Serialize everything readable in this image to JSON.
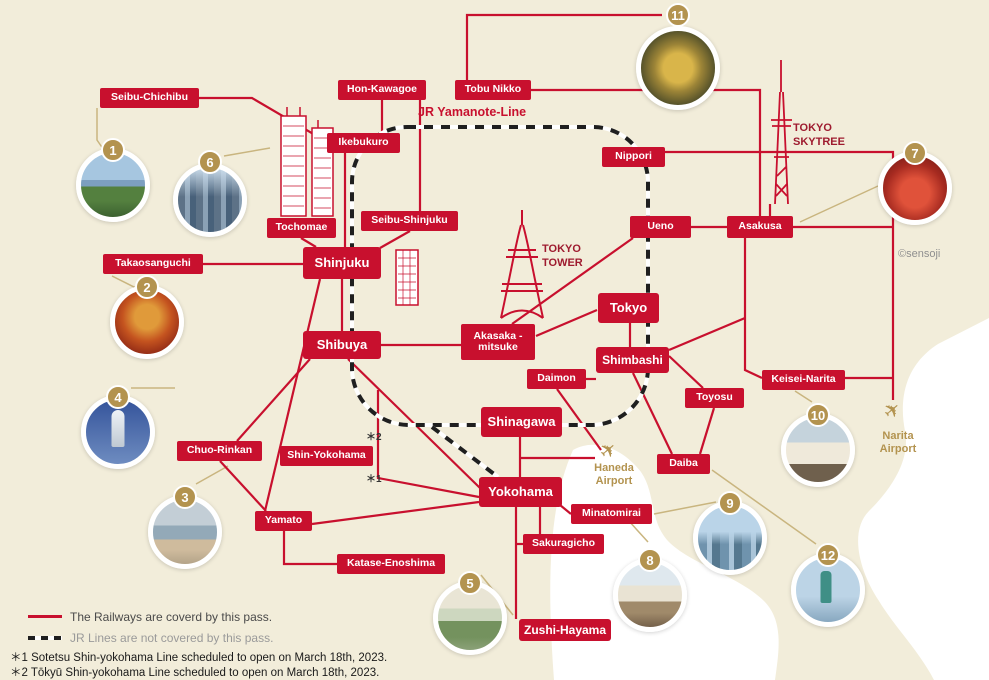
{
  "colors": {
    "line_red": "#c8102e",
    "gold": "#b3934f",
    "background": "#f2edda",
    "dark_red": "#9e1b2f"
  },
  "stations": {
    "seibu_chichibu": "Seibu-Chichibu",
    "hon_kawagoe": "Hon-Kawagoe",
    "tobu_nikko": "Tobu Nikko",
    "ikebukuro": "Ikebukuro",
    "nippori": "Nippori",
    "tochomae": "Tochomae",
    "seibu_shinjuku": "Seibu-Shinjuku",
    "ueno": "Ueno",
    "asakusa": "Asakusa",
    "takaosanguchi": "Takaosanguchi",
    "shinjuku": "Shinjuku",
    "tokyo": "Tokyo",
    "shibuya": "Shibuya",
    "akasaka_mitsuke": "Akasaka -mitsuke",
    "shimbashi": "Shimbashi",
    "daimon": "Daimon",
    "keisei_narita": "Keisei-Narita",
    "toyosu": "Toyosu",
    "shinagawa": "Shinagawa",
    "chuo_rinkan": "Chuo-Rinkan",
    "shin_yokohama": "Shin-Yokohama",
    "daiba": "Daiba",
    "yokohama": "Yokohama",
    "minatomirai": "Minatomirai",
    "yamato": "Yamato",
    "sakuragicho": "Sakuragicho",
    "katase_enoshima": "Katase-Enoshima",
    "zushi_hayama": "Zushi-Hayama"
  },
  "labels": {
    "jr_yamanote_line": "JR Yamanote-Line",
    "tokyo_skytree": "TOKYO SKYTREE",
    "tokyo_tower": "TOKYO TOWER",
    "sensoji_credit": "©sensoji",
    "narita_airport": "Narita Airport",
    "haneda_airport": "Haneda Airport",
    "note_marker_2": "＊2",
    "note_marker_1": "＊1"
  },
  "icons": {
    "airplane": "✈"
  },
  "photos": {
    "numbers": [
      "1",
      "2",
      "3",
      "4",
      "5",
      "6",
      "7",
      "8",
      "9",
      "10",
      "11",
      "12"
    ],
    "subjects": [
      "mountain landscape",
      "autumn leaves",
      "beach coastline",
      "observation tower",
      "seaside park",
      "skyscrapers",
      "temple gate",
      "temple grounds",
      "city skyline",
      "temple hall",
      "shrine gate",
      "statue of liberty replica"
    ]
  },
  "legend": {
    "covered": "The Railways are coverd by this pass.",
    "jr": "JR Lines are not covered by this pass.",
    "note1": "＊1 Sotetsu Shin-yokohama Line scheduled to open on March 18th, 2023.",
    "note2": "＊2 Tōkyū Shin-yokohama Line scheduled to open on March 18th, 2023."
  }
}
